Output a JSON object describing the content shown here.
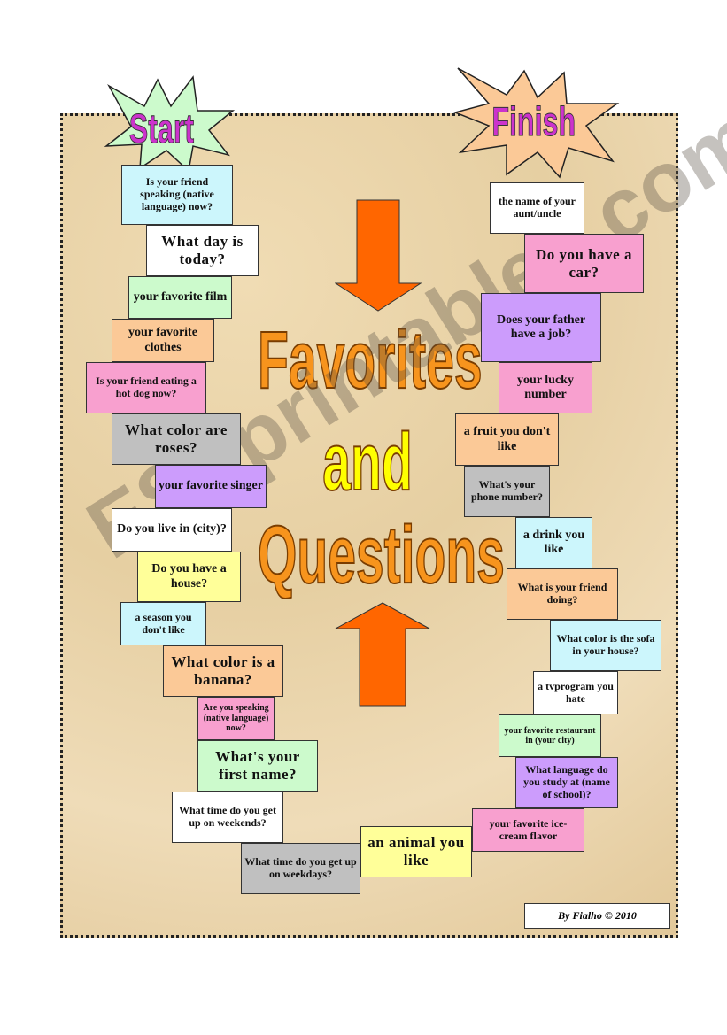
{
  "start_label": "Start",
  "finish_label": "Finish",
  "title": {
    "line1": "Favorites",
    "line2": "and",
    "line3": "Questions"
  },
  "colors": {
    "title_orange": "#f7941d",
    "title_yellow": "#ffff00",
    "arrow": "#ff6600",
    "background": "#e6cfa2"
  },
  "squares": [
    "Is your friend speaking (native language) now?",
    "What day is today?",
    "your favorite film",
    "your favorite clothes",
    "Is your friend eating a hot dog now?",
    "What color are roses?",
    "your favorite singer",
    "Do you live in (city)?",
    "Do you have a house?",
    "a season you don't like",
    "What color is a banana?",
    "Are you speaking (native language) now?",
    "What's your first name?",
    "What time do you get up on weekends?",
    "What time do you get up on weekdays?",
    "an animal you like",
    "your favorite ice-cream flavor",
    "What language do you study at (name of school)?",
    "your favorite restaurant in (your city)",
    "a tvprogram you hate",
    "What color is the sofa in your house?",
    "What is your friend doing?",
    "a drink you like",
    "What's your phone number?",
    "a fruit you don't like",
    "your lucky number",
    "Does your father have a job?",
    "Do you have a car?",
    "the name of your aunt/uncle"
  ],
  "credit": "By Fialho © 2010",
  "watermark": "ESLprintables.com"
}
